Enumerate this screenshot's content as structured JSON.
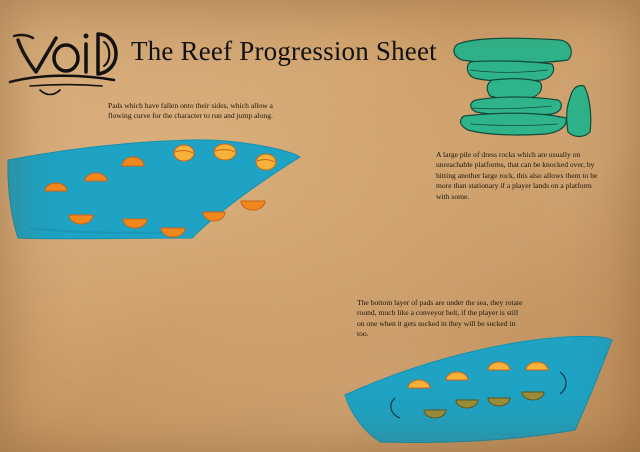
{
  "title": "The Reef Progression Sheet",
  "logo": {
    "text": "VoiD"
  },
  "notes": {
    "pads_sides": "Pads which have fallen onto their sides, which allow a flowing curve for the character to run and jump along.",
    "dress_rocks": "A large pile of dress rocks which are usually on unreachable platforms, that can be knocked over, by hitting another large rock, this also allows them to be more than stationary if a player lands on a platform with some.",
    "bottom_layer": "The bottom layer of pads are under the sea, they rotate round, much like a conveyor belt, if the player is still on one when it gets sucked in they will be sucked in too."
  },
  "colors": {
    "water": "#1ea3c4",
    "pad_orange": "#f0881e",
    "pad_yellow": "#f7c23a",
    "pad_sunk": "#9a8e3a",
    "rock_green": "#2fb38a",
    "ink": "#111111"
  }
}
